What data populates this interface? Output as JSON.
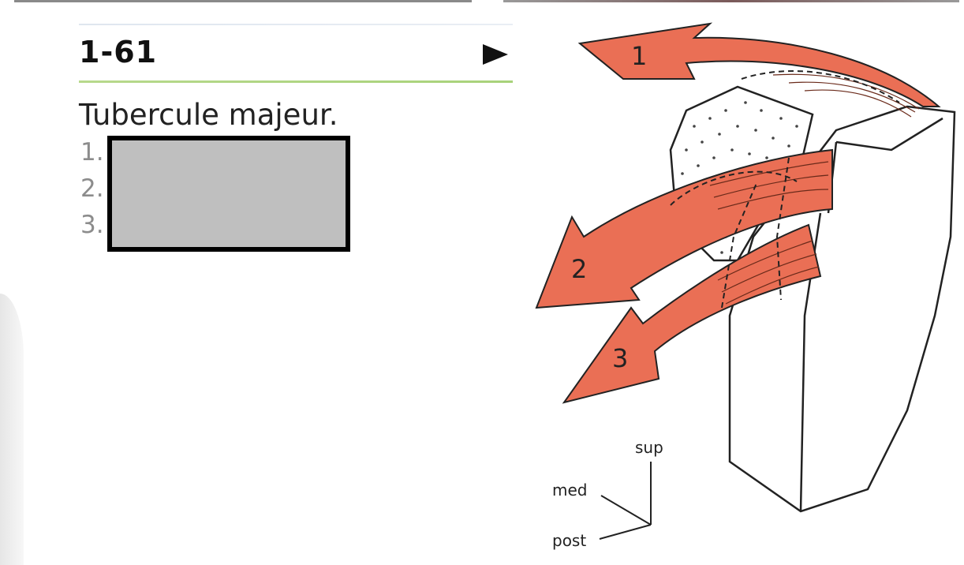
{
  "card": {
    "number": "1-61",
    "title": "Tubercule majeur.",
    "items": [
      "1.",
      "2.",
      "3."
    ]
  },
  "figure": {
    "arrow_labels": [
      "1",
      "2",
      "3"
    ],
    "orientation": {
      "sup": "sup",
      "med": "med",
      "post": "post"
    },
    "muscle_color": "#ea6f55",
    "outline_color": "#222222"
  }
}
